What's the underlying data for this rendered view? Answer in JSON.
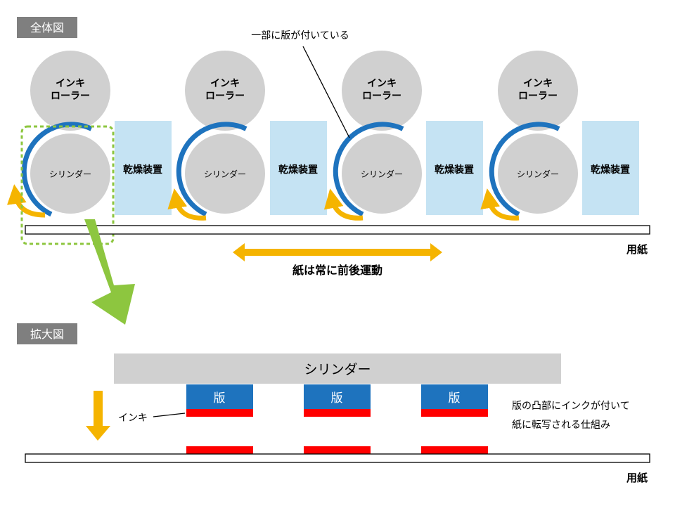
{
  "overview": {
    "section_label": "全体図",
    "ink_roller_line1": "インキ",
    "ink_roller_line2": "ローラー",
    "cylinder_label": "シリンダー",
    "dryer_label": "乾燥装置",
    "plate_callout": "一部に版が付いている",
    "paper_label": "用紙",
    "paper_motion_label": "紙は常に前後運動",
    "station_count": 4
  },
  "zoom": {
    "section_label": "拡大図",
    "cylinder_label": "シリンダー",
    "plate_label": "版",
    "plate_count": 3,
    "ink_label": "インキ",
    "description_line1": "版の凸部にインクが付いて",
    "description_line2": "紙に転写される仕組み",
    "paper_label": "用紙"
  },
  "colors": {
    "section_tag": "#7f7f7f",
    "roller_gray": "#d0d0d0",
    "dryer_blue": "#c5e3f3",
    "plate_blue": "#1e73be",
    "ink_red": "#ff0000",
    "arrow_orange": "#f5b400",
    "highlight_green": "#8dc63f"
  }
}
